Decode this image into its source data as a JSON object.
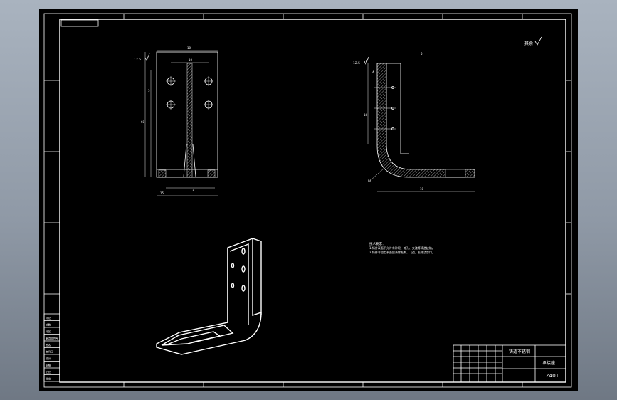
{
  "drawing": {
    "roughness_note": "其余",
    "front_view": {
      "roughness_label": "12.5",
      "dims": {
        "total_width": "10",
        "hole_spacing": "10",
        "height": "60",
        "bottom_offset": "5",
        "base_width": "15",
        "slot_width": "3"
      }
    },
    "side_view": {
      "roughness_label": "12.5",
      "label_top": "5",
      "dims": {
        "leg_height": "18",
        "leg_thick": "4",
        "base_length": "10",
        "bend_radius": "R5"
      }
    },
    "technical_requirements": {
      "title": "技术要求：",
      "items": [
        "1.铸件表面不允许有砂眼、缩孔、夹渣等铸造缺陷。",
        "2.铸件非加工表面应清除毛刺、飞边，去除浇冒口。"
      ]
    },
    "title_block": {
      "material_note": "铸造不锈钢",
      "part_name": "承接座",
      "drawing_no": "Z401"
    },
    "left_strip_labels": [
      "标记",
      "处数",
      "分区",
      "更改文件号",
      "签名",
      "年月日",
      "设计",
      "审核",
      "工艺",
      "批准"
    ]
  }
}
